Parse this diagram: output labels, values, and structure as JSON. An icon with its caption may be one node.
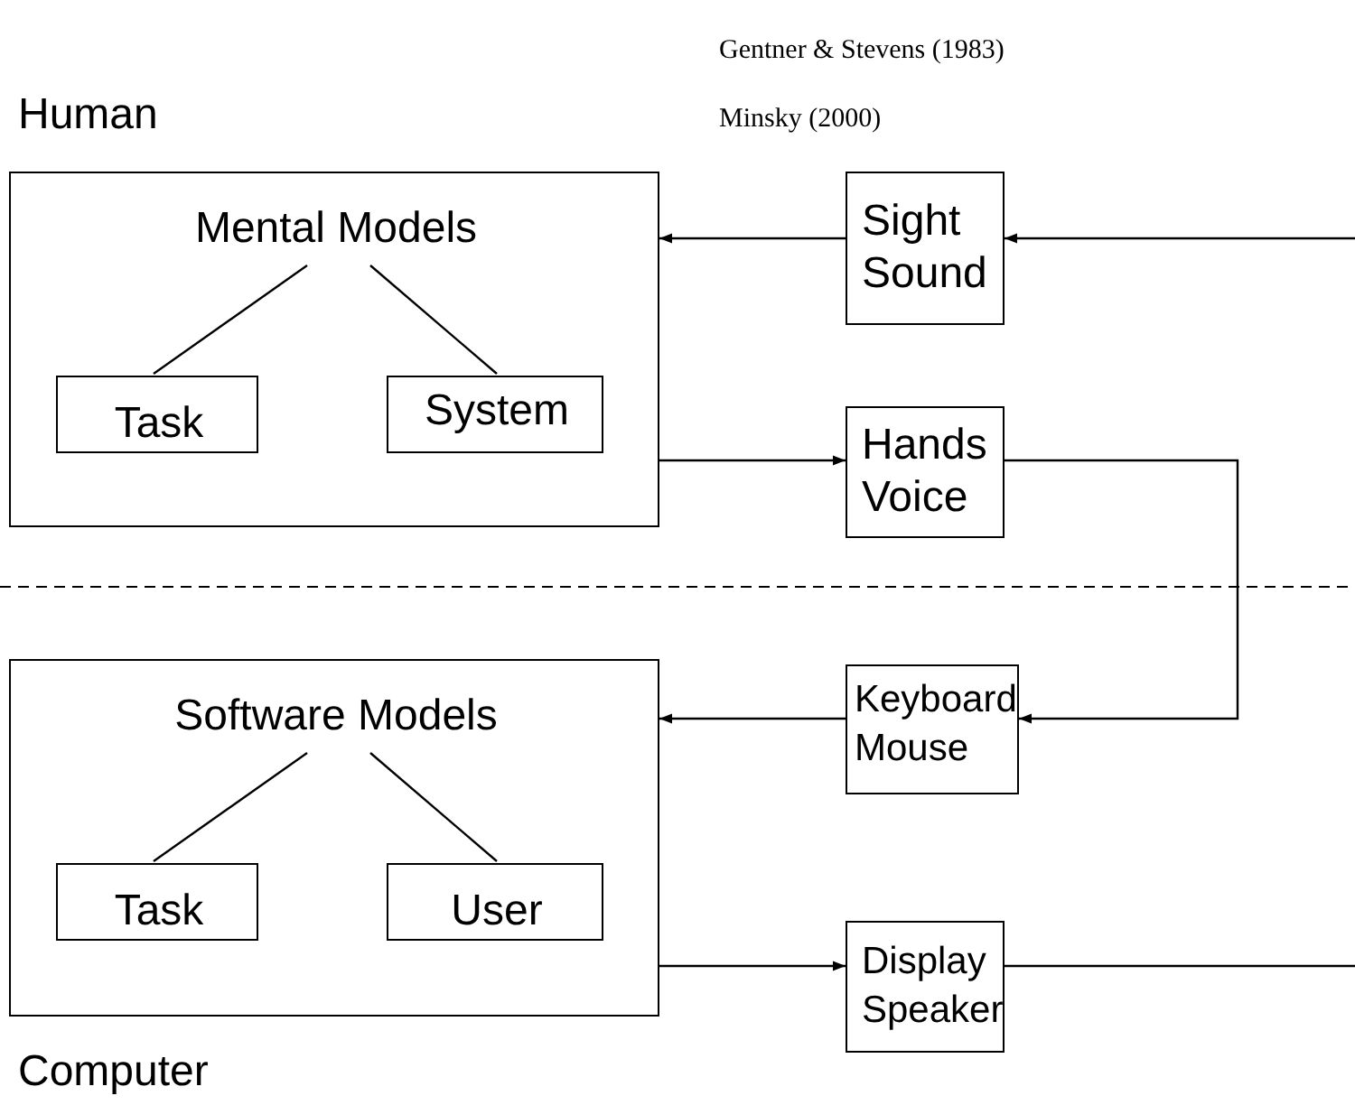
{
  "diagram": {
    "nodes": [
      {
        "text": [
          "Mental Models"
        ]
      },
      {
        "text": [
          "Task"
        ],
        "in": 0
      },
      {
        "text": [
          "System"
        ],
        "in": 0
      },
      {
        "text": [
          "Sight Sound"
        ]
      },
      {
        "text": [
          "Hands Voice"
        ]
      },
      {
        "text": [
          "Software Models"
        ]
      },
      {
        "text": [
          "Task"
        ],
        "in": 5
      },
      {
        "text": [
          "User"
        ],
        "in": 5
      },
      {
        "text": [
          "Keyboard Mouse"
        ]
      },
      {
        "text": [
          "Display Speaker"
        ]
      }
    ],
    "edges": [
      {
        "from": 0,
        "to": 1,
        "arrow": "none"
      },
      {
        "from": 0,
        "to": 2,
        "arrow": "none"
      },
      {
        "from": null,
        "to": 3,
        "arrow": "to"
      },
      {
        "from": 3,
        "to": 0,
        "arrow": "to"
      },
      {
        "from": 0,
        "to": 4,
        "arrow": "to"
      },
      {
        "from": 4,
        "to": 8,
        "arrow": "to"
      },
      {
        "from": 8,
        "to": 5,
        "arrow": "to"
      },
      {
        "from": 5,
        "to": 6,
        "arrow": "none"
      },
      {
        "from": 5,
        "to": 7,
        "arrow": "none"
      },
      {
        "from": 5,
        "to": 9,
        "arrow": "to"
      },
      {
        "from": 9,
        "to": null,
        "arrow": "none"
      }
    ],
    "labels": [
      "Gentner & Stevens (1983)",
      "Human",
      "Minsky (2000)",
      "Computer"
    ]
  }
}
